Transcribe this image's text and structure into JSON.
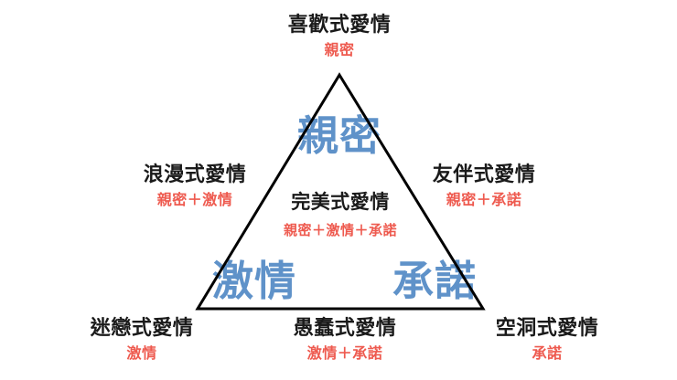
{
  "diagram": {
    "type": "triangular-theory-of-love",
    "components": [
      {
        "id": "intimacy",
        "label": "親密",
        "position": "apex"
      },
      {
        "id": "passion",
        "label": "激情",
        "position": "bottom-left"
      },
      {
        "id": "commitment",
        "label": "承諾",
        "position": "bottom-right"
      }
    ],
    "nodes": {
      "top": {
        "title": "喜歡式愛情",
        "formula": "親密"
      },
      "left": {
        "title": "浪漫式愛情",
        "formula": "親密＋激情"
      },
      "right": {
        "title": "友伴式愛情",
        "formula": "親密＋承諾"
      },
      "center": {
        "title": "完美式愛情",
        "formula": "親密＋激情＋承諾"
      },
      "bottom_left": {
        "title": "迷戀式愛情",
        "formula": "激情"
      },
      "bottom_center": {
        "title": "愚蠢式愛情",
        "formula": "激情＋承諾"
      },
      "bottom_right": {
        "title": "空洞式愛情",
        "formula": "承諾"
      }
    },
    "colors": {
      "title": "#1a1a1a",
      "formula": "#ee5a4f",
      "component": "#5f92c9",
      "triangle_stroke": "#000000",
      "background": "#ffffff"
    }
  }
}
